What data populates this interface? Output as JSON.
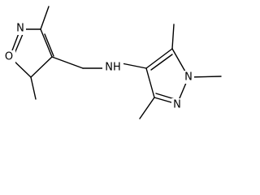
{
  "structure": {
    "atoms": {
      "isoxazole_n": "N",
      "isoxazole_o": "O",
      "amine_nh": "NH",
      "pyrazole_n1": "N",
      "pyrazole_n2": "N"
    },
    "colors": {
      "bond": "#000000",
      "label": "#000000",
      "background": "#ffffff"
    }
  }
}
